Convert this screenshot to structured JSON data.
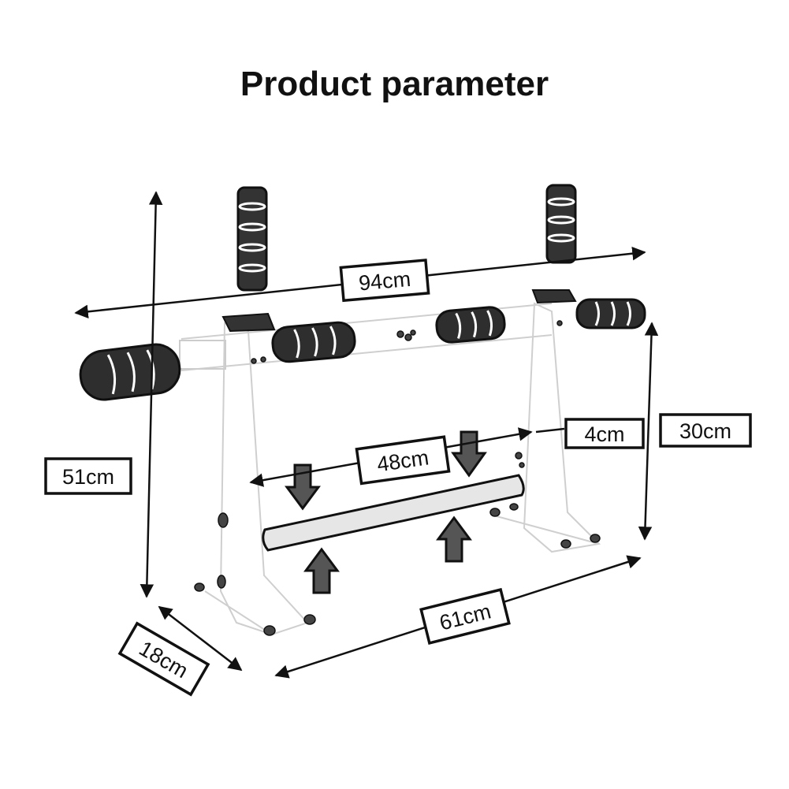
{
  "title": "Product parameter",
  "labels": {
    "width": "94cm",
    "height": "51cm",
    "bar_length": "48cm",
    "bar_thickness": "4cm",
    "bar_height": "30cm",
    "base_length": "61cm",
    "depth": "18cm"
  },
  "colors": {
    "ink": "#111111",
    "frame": "#cccccc",
    "bar_fill": "#e6e6e6"
  }
}
